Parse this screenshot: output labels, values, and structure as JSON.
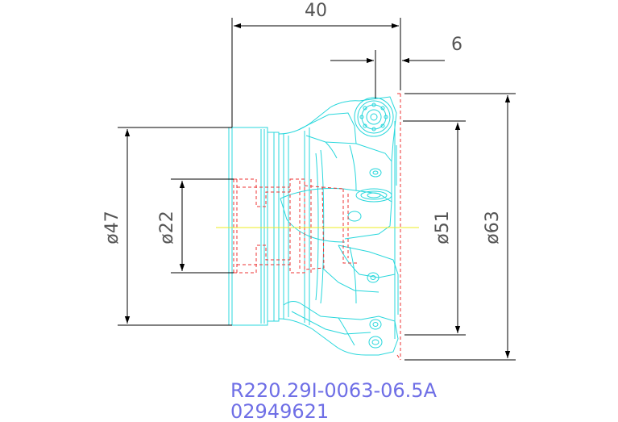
{
  "dimensions": {
    "length_total": "40",
    "offset": "6",
    "dia_shank": "ø47",
    "dia_bore": "ø22",
    "dia_pitch": "ø51",
    "dia_cutting": "ø63"
  },
  "part": {
    "code": "R220.29I-0063-06.5A",
    "number": "02949621"
  },
  "colors": {
    "outline": "#28d7dc",
    "hidden": "#ee3333",
    "centerline": "#eeee22",
    "dimension": "#000000",
    "dim_text": "#555555",
    "part_text": "#6f6fe6"
  }
}
